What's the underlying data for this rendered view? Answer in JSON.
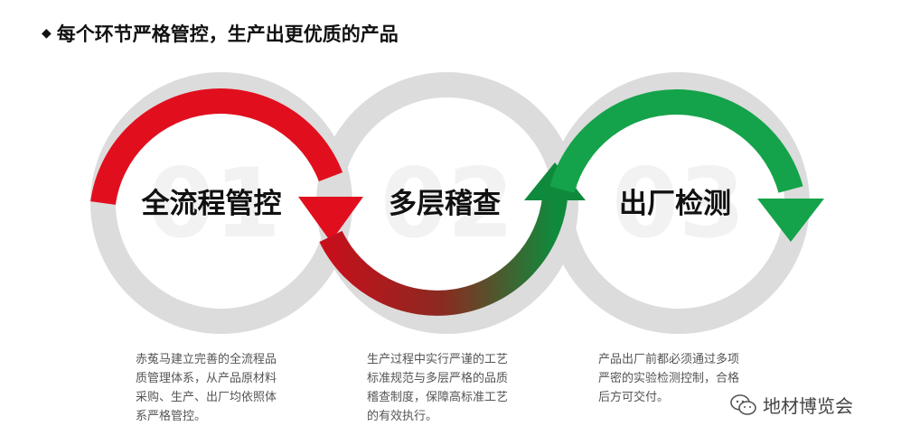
{
  "header": {
    "bullet": "◆",
    "title": "每个环节严格管控，生产出更优质的产品"
  },
  "steps": [
    {
      "number": "01",
      "label": "全流程管控",
      "color": "#e10f1e",
      "description": "赤菟马建立完善的全流程品\n质管理体系，从产品原材料\n采购、生产、出厂均依照体\n系严格管控。"
    },
    {
      "number": "02",
      "label": "多层稽查",
      "color": "#b5141c",
      "description": "生产过程中实行严谨的工艺\n标准规范与多层严格的品质\n稽查制度，保障高标准工艺\n的有效执行。"
    },
    {
      "number": "03",
      "label": "出厂检测",
      "color": "#14a34a",
      "description": "产品出厂前都必须通过多项\n严密的实验检测控制，合格\n后方可交付。"
    }
  ],
  "ring_color": "#dcdcdc",
  "watermark": {
    "icon": "wechat-icon",
    "text": "地材博览会"
  }
}
